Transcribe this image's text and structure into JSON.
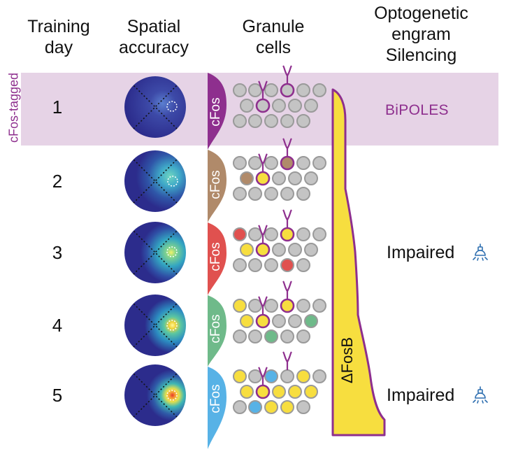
{
  "headers": {
    "training_day": "Training\nday",
    "spatial_accuracy": "Spatial\naccuracy",
    "granule_cells": "Granule\ncells",
    "silencing": "Optogenetic\nengram\nSilencing"
  },
  "tag_label": "cFos-tagged",
  "row_label": "cFos",
  "bar_label": "ΔFosB",
  "method_label": "BiPOLES",
  "rows": [
    {
      "day": "1",
      "color": "#8e2f8e",
      "outcome": ""
    },
    {
      "day": "2",
      "color": "#b08a6a",
      "outcome": ""
    },
    {
      "day": "3",
      "color": "#e0514f",
      "outcome": "Impaired"
    },
    {
      "day": "4",
      "color": "#6fba8a",
      "outcome": ""
    },
    {
      "day": "5",
      "color": "#57b2e6",
      "outcome": "Impaired"
    }
  ],
  "colors": {
    "band": "#e6d3e6",
    "purple": "#8e2f8e",
    "yellow": "#f7de3f",
    "gray_cell": "#c4c4c4",
    "lamp": "#2e6fb0"
  },
  "icons": {
    "lamp": "light-bulb-icon"
  }
}
